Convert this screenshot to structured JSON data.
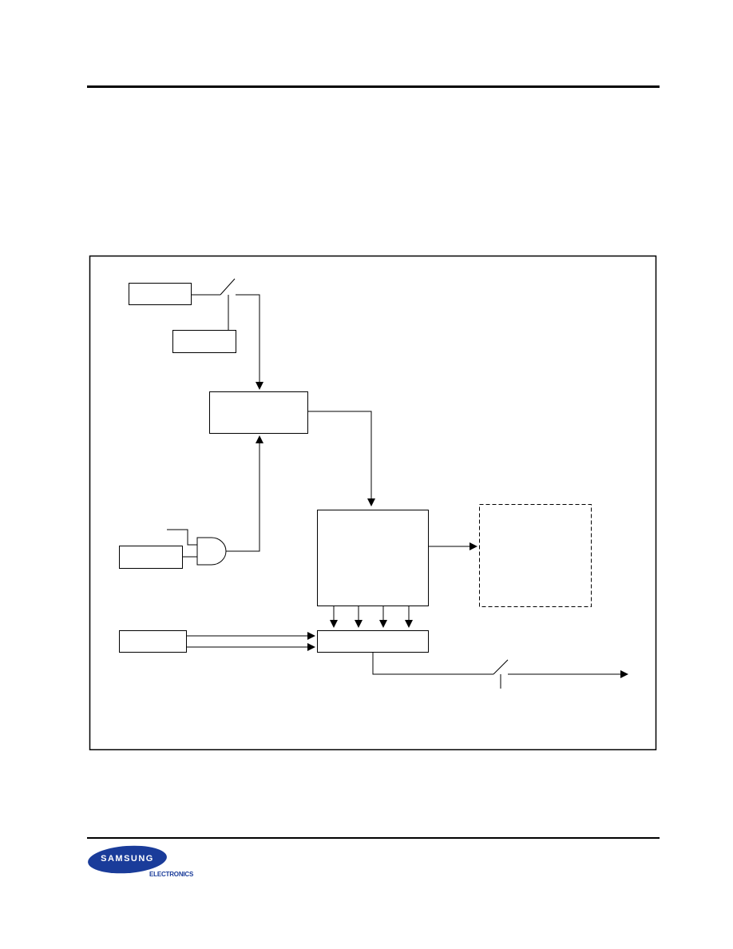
{
  "header": {
    "rule_color": "#000000"
  },
  "diagram": {
    "stroke_color": "#000000",
    "box_fill": "#ffffff",
    "blocks": [
      "source-box-1",
      "source-box-2",
      "center-box",
      "main-box",
      "gate-input-box",
      "lower-input-box",
      "bus-box",
      "dashed-external-box"
    ]
  },
  "footer": {
    "logo": {
      "brand": "SAMSUNG",
      "sub": "ELECTRONICS",
      "brand_color": "#1a3c9a"
    }
  }
}
